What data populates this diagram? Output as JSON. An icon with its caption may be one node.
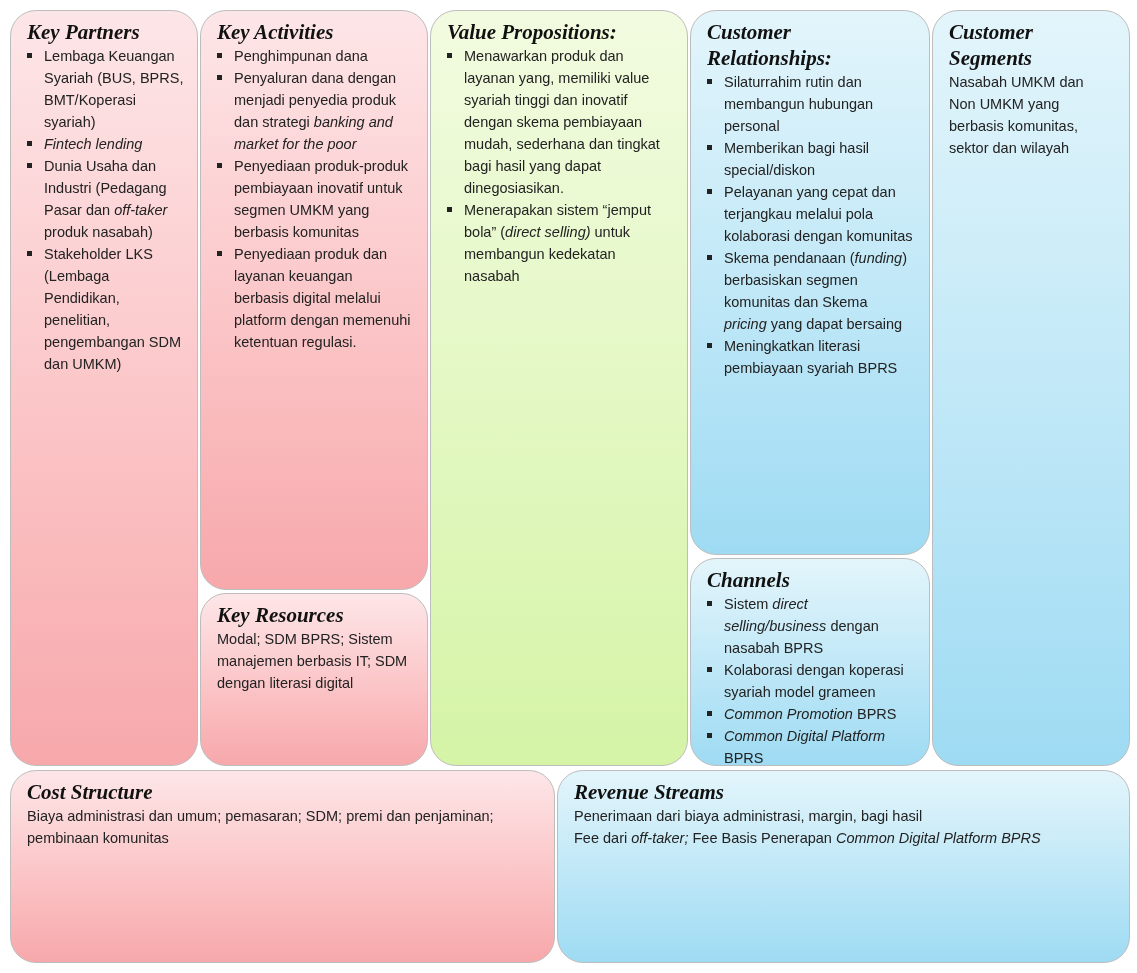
{
  "diagram": {
    "nodes": [
      {
        "text": [
          "Key Partners",
          "Lembaga Keuangan Syariah (BUS, BPRS, BMT/Koperasi syariah)",
          "Fintech lending",
          "Dunia Usaha dan Industri (Pedagang Pasar dan *off-taker* produk nasabah)",
          "Stakeholder LKS (Lembaga Pendidikan, penelitian, pengembangan SDM dan UMKM)"
        ]
      },
      {
        "text": [
          "Key Activities",
          "Penghimpunan dana",
          "Penyaluran dana dengan menjadi penyedia produk dan strategi *banking and market for the poor*",
          "Penyediaan produk-produk pembiayaan inovatif untuk segmen UMKM yang berbasis komunitas",
          "Penyediaan produk dan layanan keuangan berbasis digital melalui platform dengan memenuhi ketentuan regulasi."
        ]
      },
      {
        "text": [
          "Key Resources",
          "Modal; SDM BPRS; Sistem manajemen berbasis IT; SDM dengan literasi digital"
        ]
      },
      {
        "text": [
          "Value Propositions:",
          "Menawarkan produk dan layanan yang, memiliki value syariah tinggi dan inovatif dengan skema pembiayaan mudah, sederhana dan tingkat bagi hasil yang dapat dinegosiasikan.",
          "Menerapakan sistem “jemput bola” (*direct selling)* untuk membangun kedekatan nasabah"
        ]
      },
      {
        "text": [
          "Customer Relationships:",
          "Silaturrahim rutin dan membangun hubungan personal",
          "Memberikan bagi hasil special/diskon",
          "Pelayanan yang cepat dan terjangkau melalui pola kolaborasi dengan komunitas",
          "Skema pendanaan (*funding*) berbasiskan segmen komunitas dan Skema *pricing* yang dapat bersaing",
          "Meningkatkan literasi pembiayaan syariah BPRS"
        ]
      },
      {
        "text": [
          "Channels",
          "Sistem *direct selling/business* dengan nasabah BPRS",
          "Kolaborasi dengan koperasi syariah model grameen",
          "*Common Promotion* BPRS",
          "*Common Digital Platform* BPRS"
        ]
      },
      {
        "text": [
          "Customer Segments",
          "Nasabah UMKM dan Non UMKM yang berbasis komunitas, sektor dan wilayah"
        ]
      },
      {
        "text": [
          "Cost Structure",
          "Biaya administrasi dan umum; pemasaran; SDM; premi dan penjaminan; pembinaan komunitas"
        ]
      },
      {
        "text": [
          "Revenue Streams",
          "Penerimaan dari biaya administrasi, margin, bagi hasil",
          "Fee dari *off-taker;* Fee Basis Penerapan *Common Digital Platform BPRS*"
        ]
      }
    ]
  }
}
